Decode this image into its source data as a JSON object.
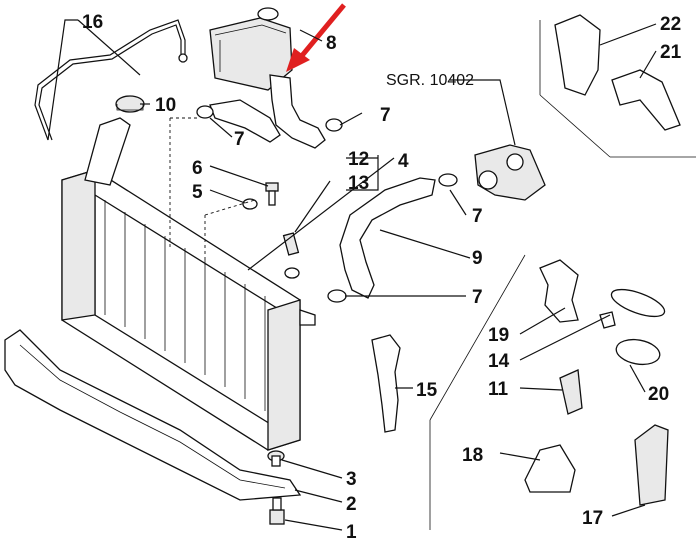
{
  "callouts": [
    {
      "id": "c16",
      "text": "16"
    },
    {
      "id": "c8",
      "text": "8"
    },
    {
      "id": "c10",
      "text": "10"
    },
    {
      "id": "c7a",
      "text": "7"
    },
    {
      "id": "c7b",
      "text": "7"
    },
    {
      "id": "c6",
      "text": "6"
    },
    {
      "id": "c5",
      "text": "5"
    },
    {
      "id": "c12",
      "text": "12"
    },
    {
      "id": "c13",
      "text": "13"
    },
    {
      "id": "c4",
      "text": "4"
    },
    {
      "id": "c7c",
      "text": "7"
    },
    {
      "id": "c9",
      "text": "9"
    },
    {
      "id": "c7d",
      "text": "7"
    },
    {
      "id": "c15",
      "text": "15"
    },
    {
      "id": "c3",
      "text": "3"
    },
    {
      "id": "c2",
      "text": "2"
    },
    {
      "id": "c1",
      "text": "1"
    },
    {
      "id": "c22",
      "text": "22"
    },
    {
      "id": "c21",
      "text": "21"
    },
    {
      "id": "c19",
      "text": "19"
    },
    {
      "id": "c14",
      "text": "14"
    },
    {
      "id": "c11",
      "text": "11"
    },
    {
      "id": "c20",
      "text": "20"
    },
    {
      "id": "c18",
      "text": "18"
    },
    {
      "id": "c17",
      "text": "17"
    }
  ],
  "reference_label": "SGR. 10402",
  "colors": {
    "line": "#111111",
    "highlight_arrow": "#e02020",
    "background": "#ffffff"
  }
}
